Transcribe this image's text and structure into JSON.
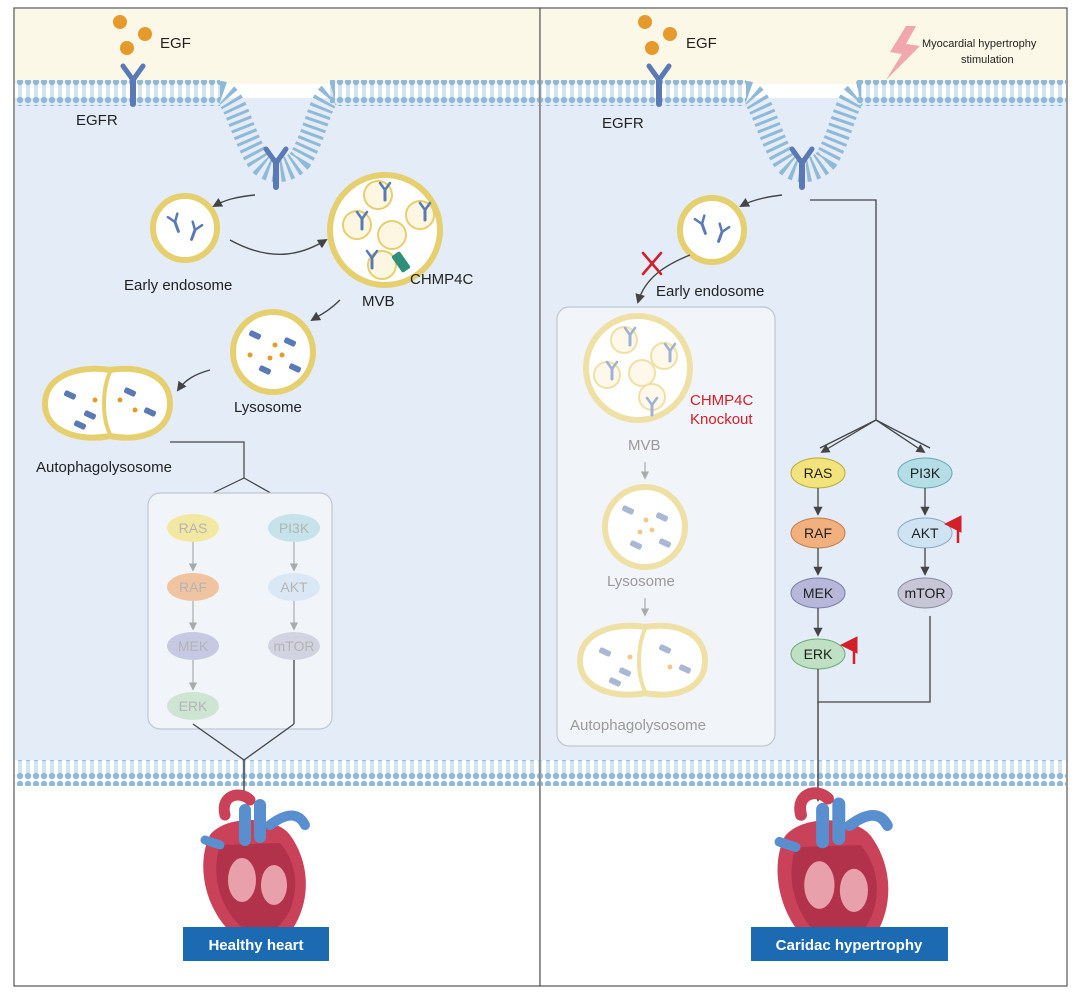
{
  "colors": {
    "background": "#ffffff",
    "extracellular": "#fbf8e8",
    "cytoplasm": "#e3ecf7",
    "membrane": "#8fb9d6",
    "receptor": "#5a79b5",
    "egf_ligand": "#e79a2c",
    "vesicle_rim": "#e6cf6e",
    "chmp4c": "#2f8f7a",
    "knockout_red": "#d21f2a",
    "banner": "#1b6ab2",
    "banner_text": "#ffffff",
    "arrow": "#444444",
    "up_arrow": "#d21f2a",
    "heart_muscle": "#c9425a",
    "heart_vessel": "#5a8fcf",
    "panel_border": "#555555",
    "pathway_box": "#f1f4f8",
    "ras": "#f3e37d",
    "raf": "#f1b07d",
    "mek": "#b6b7d9",
    "erk": "#bfe0c3",
    "pi3k": "#b5dde6",
    "akt": "#cfe3f3",
    "mtor": "#c6c6d6"
  },
  "left_panel": {
    "egf_label": "EGF",
    "egfr_label": "EGFR",
    "early_endosome_label": "Early endosome",
    "mvb_label": "MVB",
    "chmp4c_label": "CHMP4C",
    "lysosome_label": "Lysosome",
    "autophagolysosome_label": "Autophagolysosome",
    "pathway": {
      "ras": "RAS",
      "raf": "RAF",
      "mek": "MEK",
      "erk": "ERK",
      "pi3k": "PI3K",
      "akt": "AKT",
      "mtor": "mTOR"
    },
    "outcome_label": "Healthy heart"
  },
  "right_panel": {
    "egf_label": "EGF",
    "egfr_label": "EGFR",
    "stimulus_label_line1": "Myocardial hypertrophy",
    "stimulus_label_line2": "stimulation",
    "early_endosome_label": "Early endosome",
    "knockout_line1": "CHMP4C",
    "knockout_line2": "Knockout",
    "mvb_label": "MVB",
    "lysosome_label": "Lysosome",
    "autophagolysosome_label": "Autophagolysosome",
    "pathway": {
      "ras": "RAS",
      "raf": "RAF",
      "mek": "MEK",
      "erk": "ERK",
      "pi3k": "PI3K",
      "akt": "AKT",
      "mtor": "mTOR",
      "erk_change": "up",
      "akt_change": "up"
    },
    "outcome_label": "Caridac hypertrophy"
  }
}
